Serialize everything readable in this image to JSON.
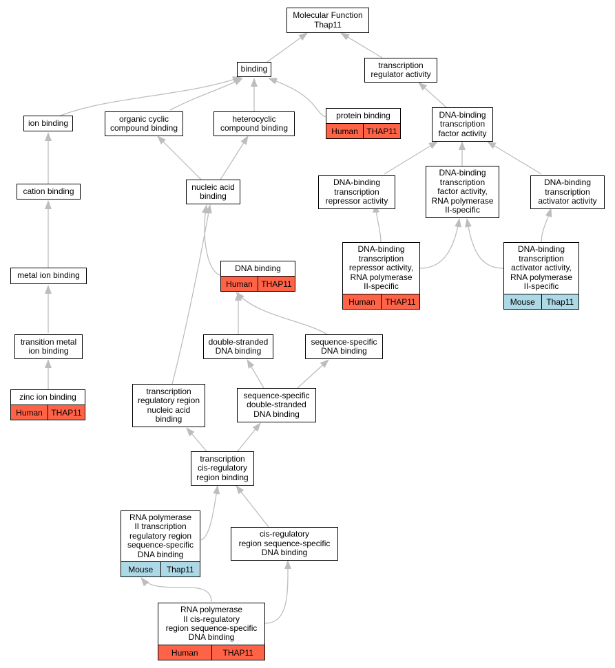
{
  "colors": {
    "edge": "#bdbdbd",
    "human": "#ff6347",
    "mouse": "#add8e6",
    "border": "#000000"
  },
  "nodes": {
    "mf": {
      "label": "Molecular Function\nThap11"
    },
    "binding": {
      "label": "binding"
    },
    "trac": {
      "label": "transcription\nregulator activity"
    },
    "ionb": {
      "label": "ion binding"
    },
    "ocb": {
      "label": "organic cyclic\ncompound binding"
    },
    "hcb": {
      "label": "heterocyclic\ncompound binding"
    },
    "protb": {
      "label": "protein binding",
      "species": "Human",
      "gene": "THAP11"
    },
    "dbtfa": {
      "label": "DNA-binding\ntranscription\nfactor activity"
    },
    "catb": {
      "label": "cation binding"
    },
    "nab": {
      "label": "nucleic acid\nbinding"
    },
    "dbtra": {
      "label": "DNA-binding\ntranscription\nrepressor activity"
    },
    "dbtfp2": {
      "label": "DNA-binding\ntranscription\nfactor activity,\nRNA polymerase\nII-specific"
    },
    "dbtaa": {
      "label": "DNA-binding\ntranscription\nactivator activity"
    },
    "dbtrp2": {
      "label": "DNA-binding\ntranscription\nrepressor activity,\nRNA polymerase\nII-specific",
      "species": "Human",
      "gene": "THAP11"
    },
    "dbtap2": {
      "label": "DNA-binding\ntranscription\nactivator activity,\nRNA polymerase\nII-specific",
      "species": "Mouse",
      "gene": "Thap11"
    },
    "dnab": {
      "label": "DNA binding",
      "species": "Human",
      "gene": "THAP11"
    },
    "mib": {
      "label": "metal ion binding"
    },
    "tmib": {
      "label": "transition metal\nion binding"
    },
    "dsdb": {
      "label": "double-stranded\nDNA binding"
    },
    "ssdb": {
      "label": "sequence-specific\nDNA binding"
    },
    "zib": {
      "label": "zinc ion binding",
      "species": "Human",
      "gene": "THAP11"
    },
    "trrnab": {
      "label": "transcription\nregulatory region\nnucleic acid\nbinding"
    },
    "ssdsdb": {
      "label": "sequence-specific\ndouble-stranded\nDNA binding"
    },
    "tcrrb": {
      "label": "transcription\ncis-regulatory\nregion binding"
    },
    "rnap2trr": {
      "label": "RNA polymerase\nII transcription\nregulatory region\nsequence-specific\nDNA binding",
      "species": "Mouse",
      "gene": "Thap11"
    },
    "crrssdb": {
      "label": "cis-regulatory\nregion sequence-specific\nDNA binding"
    },
    "rnap2crr": {
      "label": "RNA polymerase\nII cis-regulatory\nregion sequence-specific\nDNA binding",
      "species": "Human",
      "gene": "THAP11"
    }
  }
}
